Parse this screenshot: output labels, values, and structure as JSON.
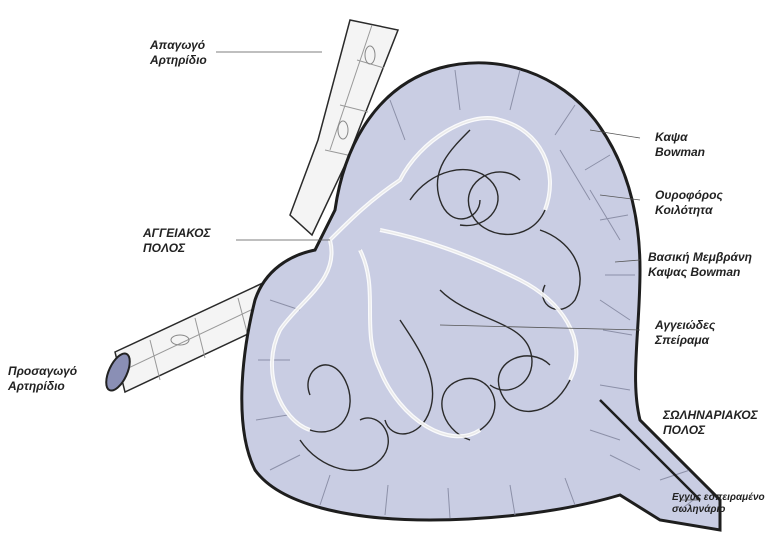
{
  "labels": {
    "efferent": {
      "line1": "Απαγωγό",
      "line2": "Αρτηρίδιο"
    },
    "vascular_pole": {
      "line1": "ΑΓΓΕΙΑΚΟΣ",
      "line2": "ΠΟΛΟΣ"
    },
    "afferent": {
      "line1": "Προσαγωγό",
      "line2": "Αρτηρίδιο"
    },
    "bowman_capsule": {
      "line1": "Καψα",
      "line2": "Bowman"
    },
    "urinary_space": {
      "line1": "Ουροφόρος",
      "line2": "Κοιλότητα"
    },
    "basement_membrane": {
      "line1": "Βασική Μεμβράνη",
      "line2": "Καψας Bowman"
    },
    "glomerulus": {
      "line1": "Αγγειώδες",
      "line2": "Σπείραμα"
    },
    "tubular_pole": {
      "line1": "ΣΩΛΗΝΑΡΙΑΚΟΣ",
      "line2": "ΠΟΛΟΣ"
    },
    "proximal_tubule": {
      "line1": "Εγγύς εσπειραμένο",
      "line2": "σωληνάριο"
    }
  },
  "colors": {
    "capsule_fill": "#c9cde3",
    "cell_line": "#8c90a8",
    "outline": "#2a2a2a",
    "capillary_fill": "#ffffff",
    "leader_line": "#555555"
  }
}
